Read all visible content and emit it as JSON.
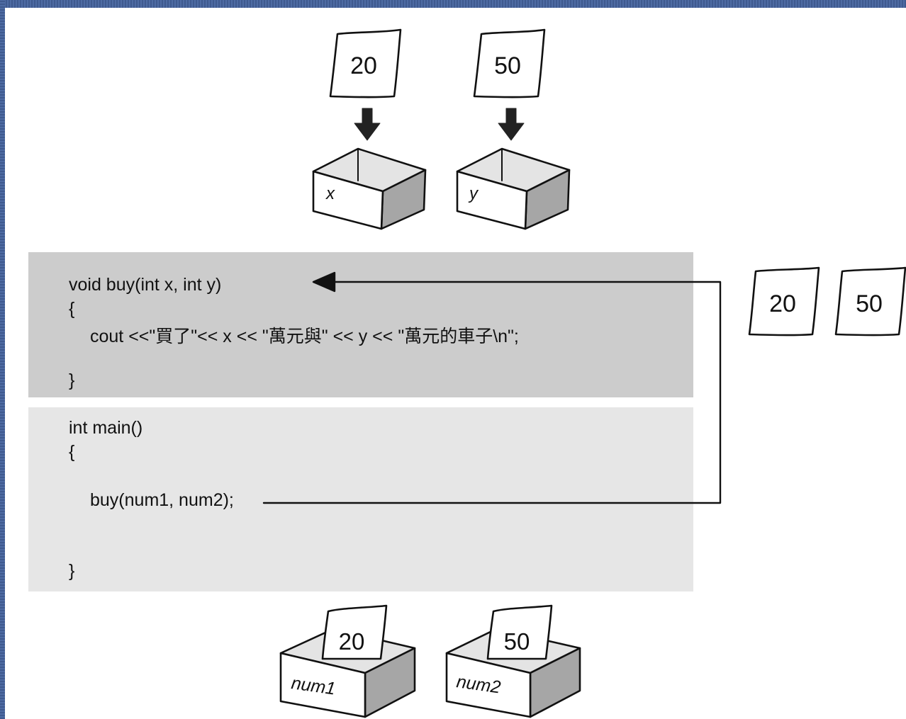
{
  "colors": {
    "frame": "#46619a",
    "function_panel": "#cccccc",
    "main_panel": "#e6e6e6",
    "box_side": "#a6a6a6",
    "box_inside": "#e4e4e4",
    "ink": "#111111"
  },
  "code": {
    "function": {
      "signature": "void buy(int x, int y)",
      "open_brace": "{",
      "body": "cout <<\"買了\"<< x << \"萬元與\" << y << \"萬元的車子\\n\";",
      "close_brace": "}"
    },
    "main": {
      "signature": "int main()",
      "open_brace": "{",
      "call": "buy(num1, num2);",
      "close_brace": "}"
    }
  },
  "parameters": {
    "x": {
      "label": "x",
      "value": "20"
    },
    "y": {
      "label": "y",
      "value": "50"
    }
  },
  "copied_values": [
    "20",
    "50"
  ],
  "variables": {
    "num1": {
      "label": "num1",
      "value": "20"
    },
    "num2": {
      "label": "num2",
      "value": "50"
    }
  },
  "icons": {
    "down_arrow": "down-arrow-icon",
    "card": "value-card",
    "box": "variable-box"
  }
}
